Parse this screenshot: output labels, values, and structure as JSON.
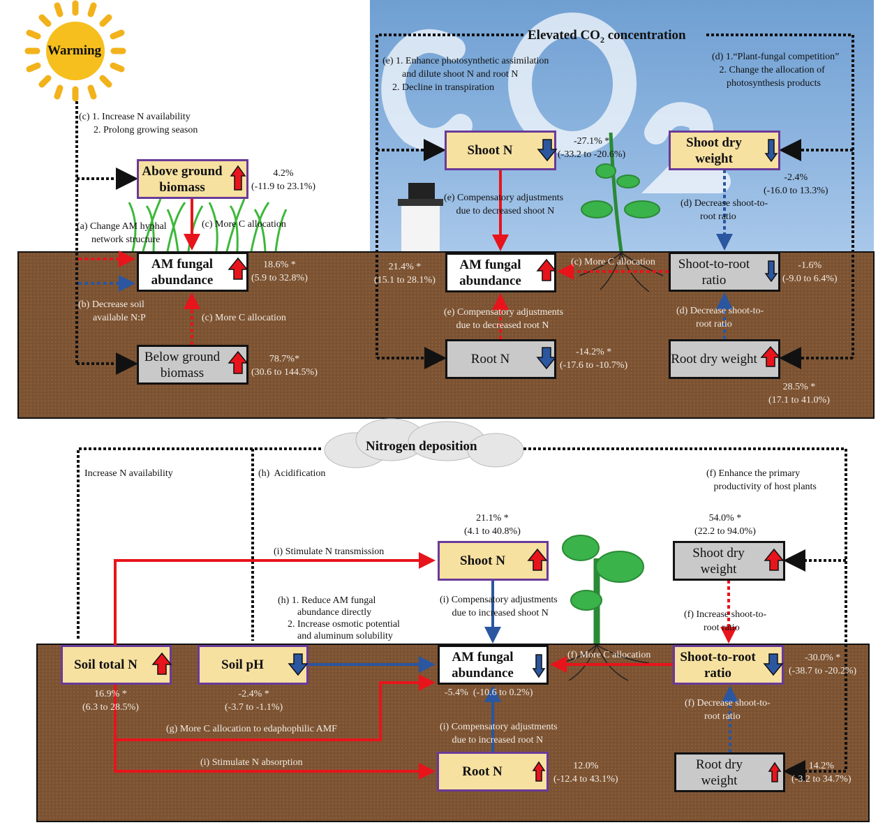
{
  "warming": {
    "label": "Warming",
    "c_note": "(c) 1. Increase N availability\n      2. Prolong growing season",
    "a_note": "(a) Change AM hyphal\n      network structure",
    "b_note": "(b) Decrease soil\n      available N:P",
    "c_alloc_1": "(c) More C allocation",
    "c_alloc_2": "(c) More C allocation",
    "boxes": {
      "above": "Above ground biomass",
      "am": "AM fungal abundance",
      "below": "Below ground biomass"
    },
    "stats": {
      "above": "4.2%\n(-11.9 to 23.1%)",
      "am": "18.6% *\n(5.9 to 32.8%)",
      "below": "78.7%*\n(30.6 to 144.5%)"
    }
  },
  "co2": {
    "title": "Elevated CO",
    "title_sub": "2",
    "title_end": " concentration",
    "e_note": "(e) 1. Enhance photosynthetic assimilation\n        and dilute shoot N and root N\n    2. Decline in transpiration",
    "d_note": "(d) 1.“Plant-fungal competition”\n   2. Change the allocation of\n      photosynthesis products",
    "e_comp_shoot": "(e) Compensatory adjustments\n     due to decreased shoot N",
    "e_comp_root": "(e) Compensatory adjustments\n     due to decreased root N",
    "d_dec_1": "(d) Decrease shoot-to-\n        root ratio",
    "d_dec_2": "(d) Decrease shoot-to-\n        root ratio",
    "c_alloc": "(c) More C allocation",
    "boxes": {
      "shootn": "Shoot N",
      "shootdw": "Shoot dry weight",
      "am": "AM fungal abundance",
      "sr": "Shoot-to-root ratio",
      "rootn": "Root N",
      "rootdw": "Root dry weight"
    },
    "stats": {
      "shootn": "-27.1% *\n(-33.2 to -20.6%)",
      "shootdw": "-2.4%\n(-16.0 to 13.3%)",
      "am": "21.4% *\n(15.1 to 28.1%)",
      "sr": "-1.6%\n(-9.0 to 6.4%)",
      "rootn": "-14.2% *\n(-17.6 to -10.7%)",
      "rootdw": "28.5% *\n(17.1 to 41.0%)"
    }
  },
  "ndep": {
    "title": "Nitrogen deposition",
    "inc_n": "Increase N availability",
    "h_acid": "(h)  Acidification",
    "f_enh": "(f) Enhance the primary\n   productivity of host plants",
    "i_stim_trans": "(i) Stimulate N transmission",
    "h_note": "(h) 1. Reduce AM fungal\n        abundance directly\n    2. Increase osmotic potential\n        and aluminum solubility",
    "i_comp_shoot": "(i) Compensatory adjustments\n     due to increased shoot N",
    "i_comp_root": "(i) Compensatory adjustments\n     due to increased root N",
    "f_inc": "(f) Increase shoot-to-\n        root ratio",
    "f_dec": "(f) Decrease shoot-to-\n        root ratio",
    "f_alloc": "(f) More C allocation",
    "g_alloc": "(g) More C allocation to edaphophilic AMF",
    "i_abs": "(i) Stimulate N absorption",
    "boxes": {
      "soiln": "Soil total N",
      "ph": "Soil pH",
      "am": "AM fungal abundance",
      "sr": "Shoot-to-root ratio",
      "shootn": "Shoot N",
      "shootdw": "Shoot dry weight",
      "rootn": "Root N",
      "rootdw": "Root dry weight"
    },
    "stats": {
      "soiln": "16.9% *\n(6.3 to 28.5%)",
      "ph": "-2.4% *\n(-3.7 to -1.1%)",
      "am": "-5.4%  (-10.6 to 0.2%)",
      "sr": "-30.0% *\n(-38.7 to -20.2%)",
      "shootn": "21.1% *\n(4.1 to 40.8%)",
      "shootdw": "54.0% *\n(22.2 to 94.0%)",
      "rootn": "12.0%\n(-12.4 to 43.1%)",
      "rootdw": "14.2%\n(-3.2 to 34.7%)"
    }
  },
  "colors": {
    "positive": "#e8141b",
    "negative": "#2b56a0",
    "yellow_box": "#f7e1a1",
    "purple_border": "#6a3a98",
    "soil": "#7b5232"
  }
}
